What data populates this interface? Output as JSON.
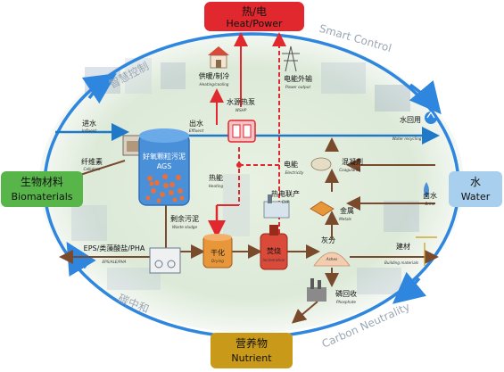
{
  "colors": {
    "ring": "#2e86de",
    "heat": "#e0282e",
    "water": "#1f78c8",
    "nutrient": "#c99a19",
    "bio": "#58b54a",
    "waterBox": "#a9cfee",
    "brown": "#7a4a2c"
  },
  "boxes": {
    "heat_cn": "热/电",
    "heat_en": "Heat/Power",
    "bio_cn": "生物材料",
    "bio_en": "Biomaterials",
    "water_cn": "水",
    "water_en": "Water",
    "nutrient_cn": "营养物",
    "nutrient_en": "Nutrient"
  },
  "ring_labels": {
    "smart_cn": "智慧控制",
    "smart_en": "Smart Control",
    "carbon_cn": "碳中和",
    "carbon_en": "Carbon Neutrality"
  },
  "labels": {
    "influent_cn": "进水",
    "influent_en": "Influent",
    "effluent_cn": "出水",
    "effluent_en": "Effluent",
    "cellulose_cn": "纤维素",
    "cellulose_en": "Cellulose",
    "ags_cn": "好氧颗粒污泥",
    "ags_en": "AGS",
    "heating_cn": "供暖/制冷",
    "heating_en": "Heating/cooling",
    "wshp_cn": "水源热泵",
    "wshp_en": "WSHP",
    "power_out_cn": "电能外输",
    "power_out_en": "Power output",
    "water_reuse_cn": "水回用",
    "water_reuse_en": "Water recycling",
    "heat_energy_cn": "热能",
    "heat_energy_en": "Heating",
    "electricity_cn": "电能",
    "electricity_en": "Electricity",
    "coagulant_cn": "混凝剂",
    "coagulant_en": "Coagulants",
    "brine_cn": "卤水",
    "brine_en": "Brine",
    "chp_cn": "热电联产",
    "chp_en": "CHP",
    "metal_cn": "金属",
    "metal_en": "Metals",
    "waste_sludge_cn": "剩余污泥",
    "waste_sludge_en": "Waste sludge",
    "eps_cn": "EPS/类藻酸盐/PHA",
    "eps_en": "EPS/ALE/PHA",
    "drying_cn": "干化",
    "drying_en": "Drying",
    "incineration_cn": "焚烧",
    "incineration_en": "Incineration",
    "ash_cn": "灰分",
    "ash_en": "Ashes",
    "building_cn": "建材",
    "building_en": "Building materials",
    "phosphate_cn": "磷回收",
    "phosphate_en": "Phosphate"
  }
}
